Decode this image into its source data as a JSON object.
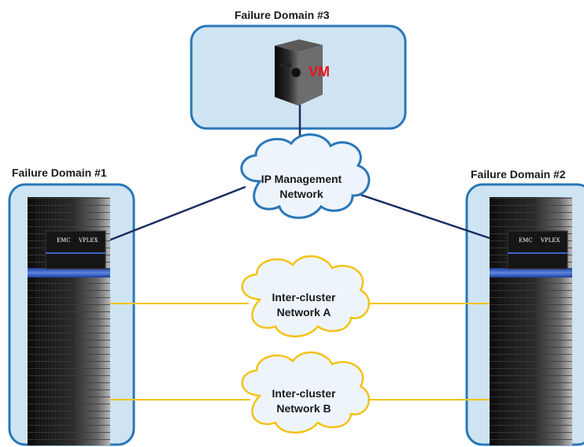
{
  "domains": {
    "d3": {
      "label": "Failure Domain #3"
    },
    "d1": {
      "label": "Failure Domain #1"
    },
    "d2": {
      "label": "Failure Domain #2"
    }
  },
  "vm": {
    "label": "VM"
  },
  "clouds": {
    "ip_mgmt": {
      "line1": "IP Management",
      "line2": "Network"
    },
    "net_a": {
      "line1": "Inter-cluster",
      "line2": "Network A"
    },
    "net_b": {
      "line1": "Inter-cluster",
      "line2": "Network B"
    }
  },
  "rack_badge": {
    "brand": "EMC",
    "model": "VPLEX"
  },
  "colors": {
    "domain_fill": "#cfe4f3",
    "domain_border": "#2a77b8",
    "cloud_fill": "#eef4fb",
    "cloud_border_mgmt": "#2a77b8",
    "cloud_border_intercluster": "#f2c318",
    "mgmt_link": "#1c2c63",
    "intercluster_link": "#f2c318"
  }
}
